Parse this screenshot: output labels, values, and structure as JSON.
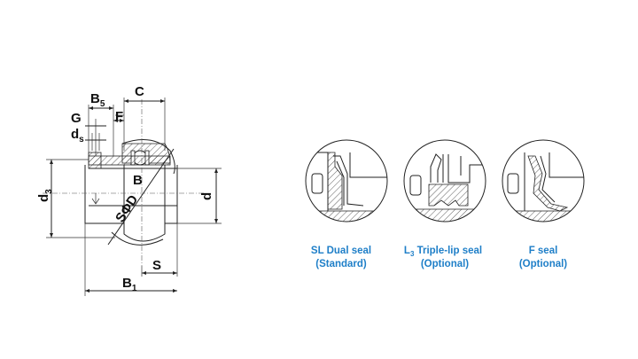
{
  "drawing": {
    "dimensions": {
      "B5_main": "B",
      "B5_sub": "5",
      "C": "C",
      "G": "G",
      "F": "F",
      "ds_main": "d",
      "ds_sub": "s",
      "d3_main": "d",
      "d3_sub": "3",
      "B": "B",
      "d": "d",
      "SOD": "SΦD",
      "S": "S",
      "B1_main": "B",
      "B1_sub": "1"
    }
  },
  "seals": [
    {
      "line1": "SL Dual seal",
      "line2": "(Standard)"
    },
    {
      "line1_prefix": "L",
      "line1_sub": "3",
      "line1_rest": " Triple-lip seal",
      "line2": "(Optional)"
    },
    {
      "line1": "F seal",
      "line2": "(Optional)"
    }
  ],
  "colors": {
    "caption": "#1f7fc8",
    "line": "#222222"
  }
}
